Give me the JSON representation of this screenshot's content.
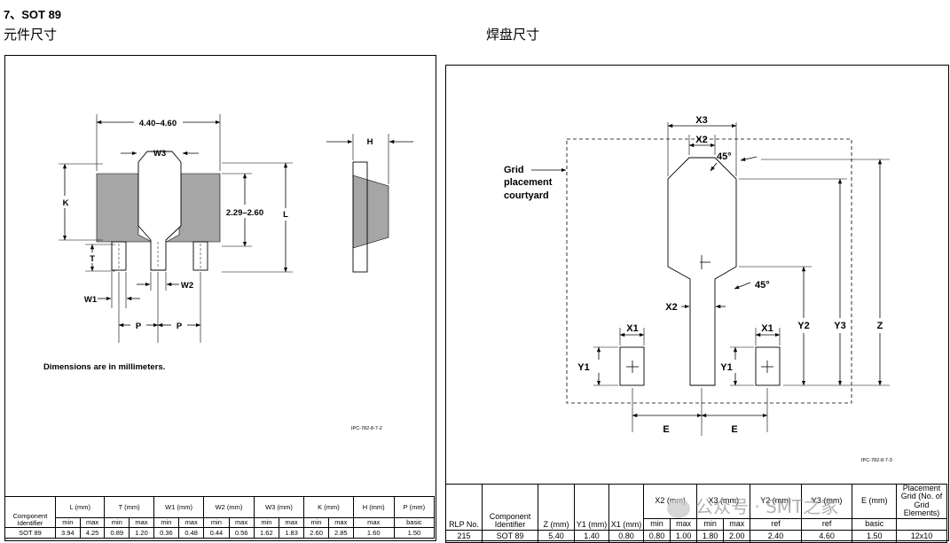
{
  "section_title": "7、SOT 89",
  "left_caption": "元件尺寸",
  "right_caption": "焊盘尺寸",
  "component": {
    "dim_top": "4.40–4.60",
    "w3": "W3",
    "k": "K",
    "t": "T",
    "w1": "W1",
    "w2": "W2",
    "p1": "P",
    "p2": "P",
    "span": "2.29–2.60",
    "l": "L",
    "h": "H",
    "note": "Dimensions are in millimeters.",
    "fig_id": "IPC-782-8-7-2"
  },
  "land": {
    "x3": "X3",
    "x2_top": "X2",
    "angle_top": "45°",
    "angle_bottom": "45°",
    "grid_label_1": "Grid",
    "grid_label_2": "placement",
    "grid_label_3": "courtyard",
    "x2_mid": "X2",
    "x1_left": "X1",
    "x1_right": "X1",
    "y1_left": "Y1",
    "y1_right": "Y1",
    "y2": "Y2",
    "y3": "Y3",
    "z": "Z",
    "e_left": "E",
    "e_right": "E",
    "fig_id": "IPC-782-8-7-3"
  },
  "left_table": {
    "headers": [
      "Component Identifier",
      "L (mm)",
      "T (mm)",
      "W1 (mm)",
      "W2 (mm)",
      "W3 (mm)",
      "K (mm)",
      "H (mm)",
      "P (mm)"
    ],
    "subheaders": [
      "min",
      "max",
      "min",
      "max",
      "min",
      "max",
      "min",
      "max",
      "min",
      "max",
      "min",
      "max",
      "max",
      "basic"
    ],
    "row": [
      "SOT 89",
      "3.94",
      "4.25",
      "0.89",
      "1.20",
      "0.36",
      "0.48",
      "0.44",
      "0.56",
      "1.62",
      "1.83",
      "2.60",
      "2.85",
      "1.60",
      "1.50"
    ]
  },
  "right_table": {
    "headers": [
      "RLP No.",
      "Component Identifier",
      "Z (mm)",
      "Y1 (mm)",
      "X1 (mm)",
      "X2 (mm)",
      "X3 (mm)",
      "Y2 (mm)",
      "Y3 (mm)",
      "E (mm)",
      "Placement Grid (No. of Grid Elements)"
    ],
    "subheaders": [
      "min",
      "max",
      "min",
      "max",
      "ref",
      "ref",
      "basic"
    ],
    "row": [
      "215",
      "SOT 89",
      "5.40",
      "1.40",
      "0.80",
      "0.80",
      "1.00",
      "1.80",
      "2.00",
      "2.40",
      "4.60",
      "1.50",
      "12x10"
    ]
  },
  "watermark": "公众号 · SMT之家"
}
